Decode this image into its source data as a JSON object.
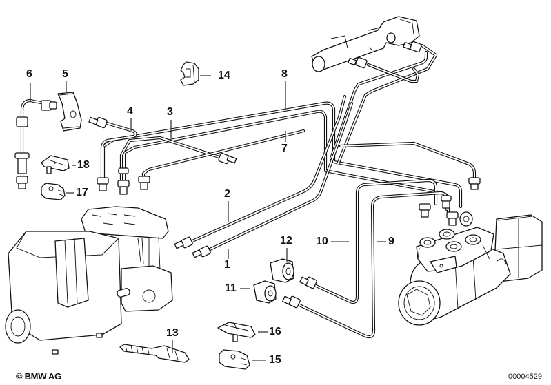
{
  "diagram": {
    "title": "Brake pipe / hydraulic unit parts diagram",
    "copyright": "© BMW AG",
    "document_number": "00004529",
    "callouts": [
      {
        "id": "1",
        "label": "1",
        "part": "brake pipe"
      },
      {
        "id": "2",
        "label": "2",
        "part": "brake pipe"
      },
      {
        "id": "3",
        "label": "3",
        "part": "brake pipe"
      },
      {
        "id": "4",
        "label": "4",
        "part": "brake pipe"
      },
      {
        "id": "5",
        "label": "5",
        "part": "holder"
      },
      {
        "id": "6",
        "label": "6",
        "part": "brake hose"
      },
      {
        "id": "7",
        "label": "7",
        "part": "brake pipe"
      },
      {
        "id": "8",
        "label": "8",
        "part": "brake pipe"
      },
      {
        "id": "9",
        "label": "9",
        "part": "brake pipe"
      },
      {
        "id": "10",
        "label": "10",
        "part": "brake pipe"
      },
      {
        "id": "11",
        "label": "11",
        "part": "adapter"
      },
      {
        "id": "12",
        "label": "12",
        "part": "adapter"
      },
      {
        "id": "13",
        "label": "13",
        "part": "pipe clip"
      },
      {
        "id": "14",
        "label": "14",
        "part": "clip"
      },
      {
        "id": "15",
        "label": "15",
        "part": "clamp"
      },
      {
        "id": "16",
        "label": "16",
        "part": "clamp with screw"
      },
      {
        "id": "17",
        "label": "17",
        "part": "clamp"
      },
      {
        "id": "18",
        "label": "18",
        "part": "clamp with screw"
      }
    ],
    "components": [
      "hydraulic-unit-left",
      "pressure-modulator-right",
      "master-cylinder"
    ]
  }
}
